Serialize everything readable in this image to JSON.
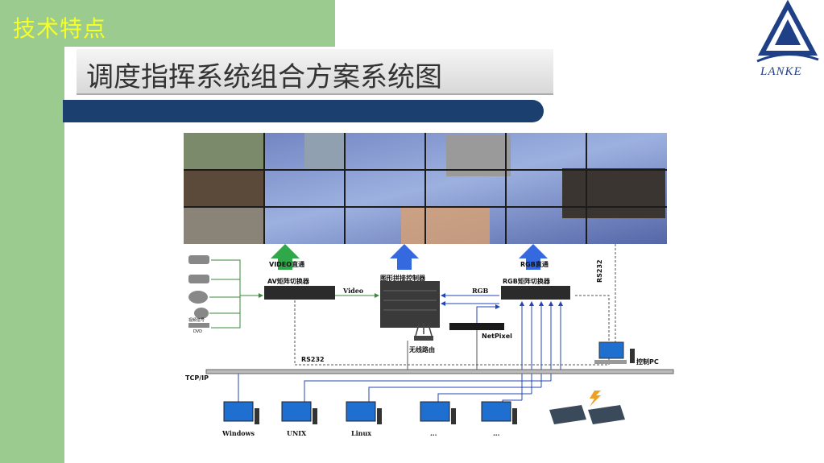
{
  "slide": {
    "section_title": "技术特点",
    "title": "调度指挥系统组合方案系统图",
    "logo_text": "LANKE"
  },
  "diagram": {
    "labels": {
      "video_direct": "VIDEO直通",
      "graphics_controller": "图形拼接控制器",
      "rgb_direct": "RGB直通",
      "av_matrix": "AV矩阵切换器",
      "rgb_matrix": "RGB矩阵切换器",
      "video_line": "Video",
      "rgb_line": "RGB",
      "rs232_vertical": "RS232",
      "rs232_horizontal": "RS232",
      "wireless_router": "无线路由",
      "netpixel": "NetPixel",
      "control_pc": "控制PC",
      "tcpip": "TCP/IP",
      "video_source": "视频信号",
      "dvd": "DVD"
    },
    "terminals": [
      "Windows",
      "UNIX",
      "Linux",
      "...",
      "..."
    ]
  }
}
